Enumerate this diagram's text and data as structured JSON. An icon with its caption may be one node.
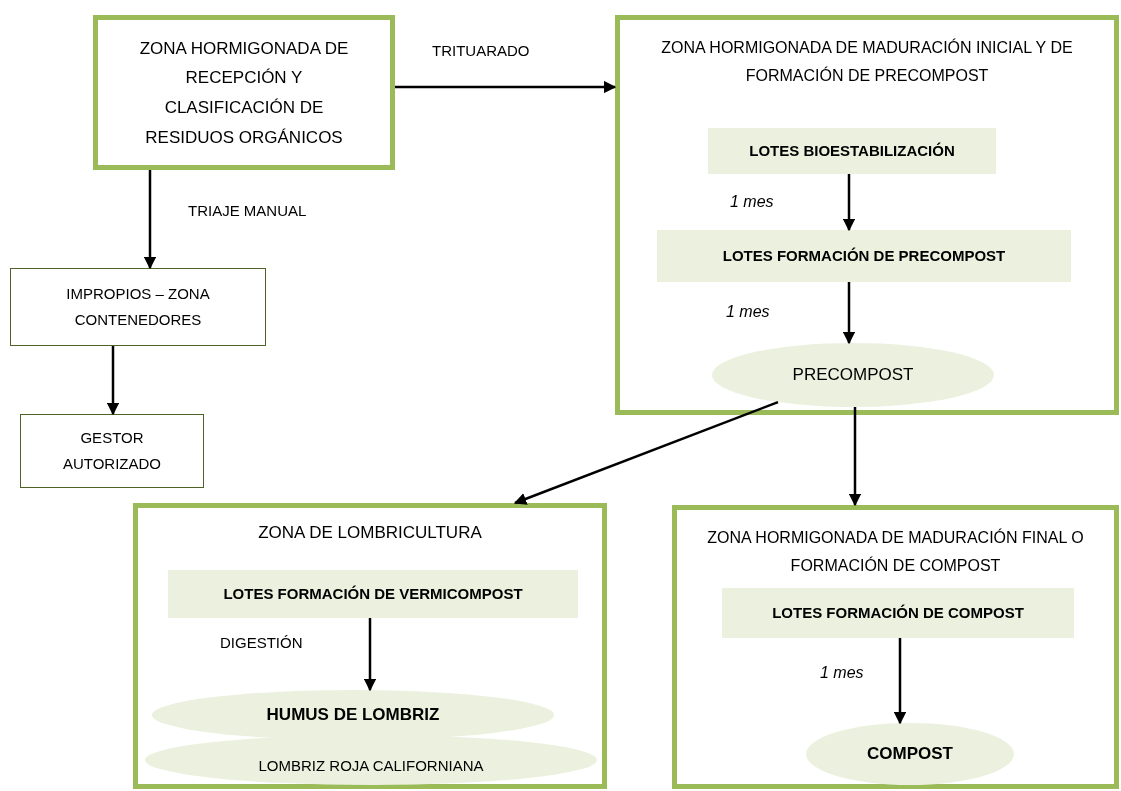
{
  "diagram": {
    "nodes": [
      {
        "text": [
          "ZONA HORMIGONADA DE RECEPCIÓN Y CLASIFICACIÓN DE RESIDUOS ORGÁNICOS"
        ]
      },
      {
        "text": [
          "IMPROPIOS – ZONA CONTENEDORES"
        ]
      },
      {
        "text": [
          "GESTOR AUTORIZADO"
        ]
      },
      {
        "text": [
          "ZONA HORMIGONADA DE MADURACIÓN INICIAL Y DE FORMACIÓN DE PRECOMPOST"
        ]
      },
      {
        "text": [
          "LOTES BIOESTABILIZACIÓN"
        ],
        "in": 3
      },
      {
        "text": [
          "LOTES FORMACIÓN DE PRECOMPOST"
        ],
        "in": 3
      },
      {
        "text": [
          "PRECOMPOST"
        ],
        "in": 3
      },
      {
        "text": [
          "ZONA DE LOMBRICULTURA"
        ]
      },
      {
        "text": [
          "LOTES FORMACIÓN DE VERMICOMPOST"
        ],
        "in": 7
      },
      {
        "text": [
          "HUMUS DE LOMBRIZ"
        ],
        "in": 7
      },
      {
        "text": [
          "LOMBRIZ ROJA  CALIFORNIANA"
        ],
        "in": 7
      },
      {
        "text": [
          "ZONA HORMIGONADA DE MADURACIÓN FINAL O FORMACIÓN DE COMPOST"
        ]
      },
      {
        "text": [
          "LOTES FORMACIÓN DE COMPOST"
        ],
        "in": 11
      },
      {
        "text": [
          "COMPOST"
        ],
        "in": 11
      }
    ],
    "edges": [
      {
        "from": 0,
        "to": 3,
        "arrow": "to",
        "label": "TRITUARADO"
      },
      {
        "from": 0,
        "to": 1,
        "arrow": "to",
        "label": "TRIAJE MANUAL"
      },
      {
        "from": 1,
        "to": 2,
        "arrow": "to"
      },
      {
        "from": 4,
        "to": 5,
        "arrow": "to",
        "label": "1 mes"
      },
      {
        "from": 5,
        "to": 6,
        "arrow": "to",
        "label": "1 mes"
      },
      {
        "from": 6,
        "to": 7,
        "arrow": "to"
      },
      {
        "from": 6,
        "to": 11,
        "arrow": "to"
      },
      {
        "from": 8,
        "to": 9,
        "arrow": "to",
        "label": "DIGESTIÓN"
      },
      {
        "from": 12,
        "to": 13,
        "arrow": "to",
        "label": "1 mes"
      }
    ]
  }
}
